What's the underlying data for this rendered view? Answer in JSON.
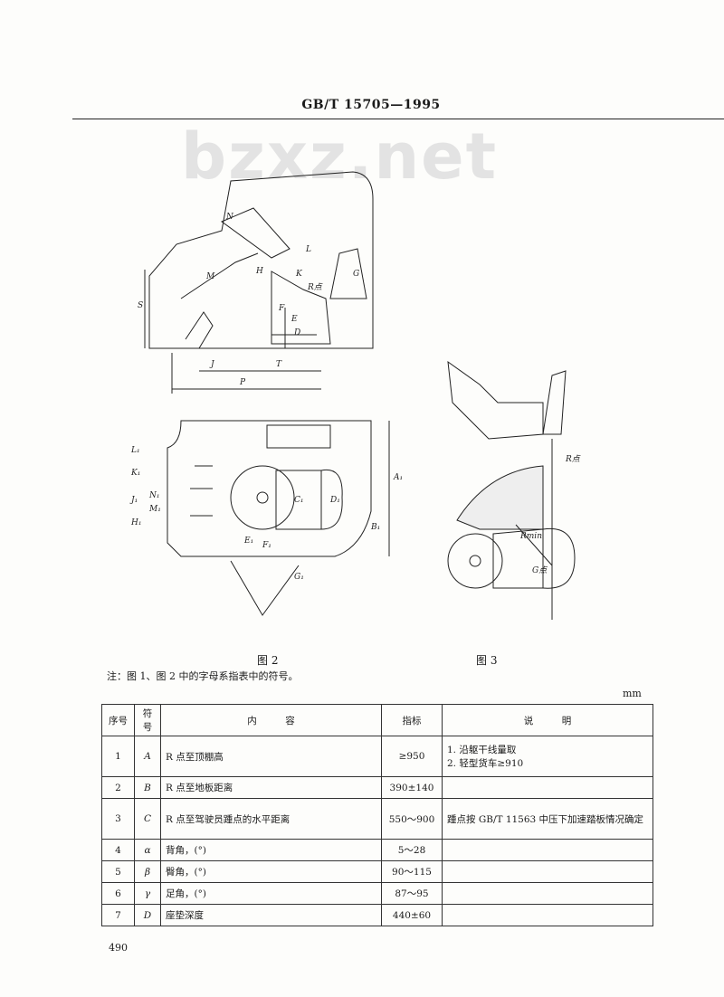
{
  "header": {
    "standard_code": "GB/T 15705—1995"
  },
  "watermark": "bzxz.net",
  "figure1": {
    "labels": [
      "N",
      "L",
      "M",
      "H",
      "K",
      "G",
      "R点",
      "S",
      "F",
      "E",
      "D",
      "J",
      "T",
      "P"
    ]
  },
  "figure2": {
    "caption": "图 2",
    "labels": [
      "L₁",
      "K₁",
      "J₁",
      "N₁",
      "M₁",
      "H₁",
      "C₁",
      "D₁",
      "A₁",
      "B₁",
      "E₁",
      "F₁",
      "G₁"
    ]
  },
  "figure3": {
    "caption": "图 3",
    "labels": [
      "R点",
      "Rmin",
      "G点"
    ]
  },
  "note": "注：图 1、图 2 中的字母系指表中的符号。",
  "unit": "mm",
  "table": {
    "headers": [
      "序号",
      "符号",
      "内　　　容",
      "指标",
      "说　　　明"
    ],
    "rows": [
      {
        "no": "1",
        "sym": "A",
        "content": "R 点至顶棚高",
        "value": "≥950",
        "remark": "1. 沿躯干线量取",
        "remark2": "2. 轻型货车≥910"
      },
      {
        "no": "2",
        "sym": "B",
        "content": "R 点至地板距离",
        "value": "390±140",
        "remark": "",
        "remark2": ""
      },
      {
        "no": "3",
        "sym": "C",
        "content": "R 点至驾驶员踵点的水平距离",
        "value": "550～900",
        "remark": "踵点按 GB/T 11563 中压下加速踏板情况确定",
        "remark2": ""
      },
      {
        "no": "4",
        "sym": "α",
        "content": "背角，(°)",
        "value": "5～28",
        "remark": "",
        "remark2": ""
      },
      {
        "no": "5",
        "sym": "β",
        "content": "臀角，(°)",
        "value": "90～115",
        "remark": "",
        "remark2": ""
      },
      {
        "no": "6",
        "sym": "γ",
        "content": "足角，(°)",
        "value": "87～95",
        "remark": "",
        "remark2": ""
      },
      {
        "no": "7",
        "sym": "D",
        "content": "座垫深度",
        "value": "440±60",
        "remark": "",
        "remark2": ""
      }
    ]
  },
  "page_number": "490"
}
